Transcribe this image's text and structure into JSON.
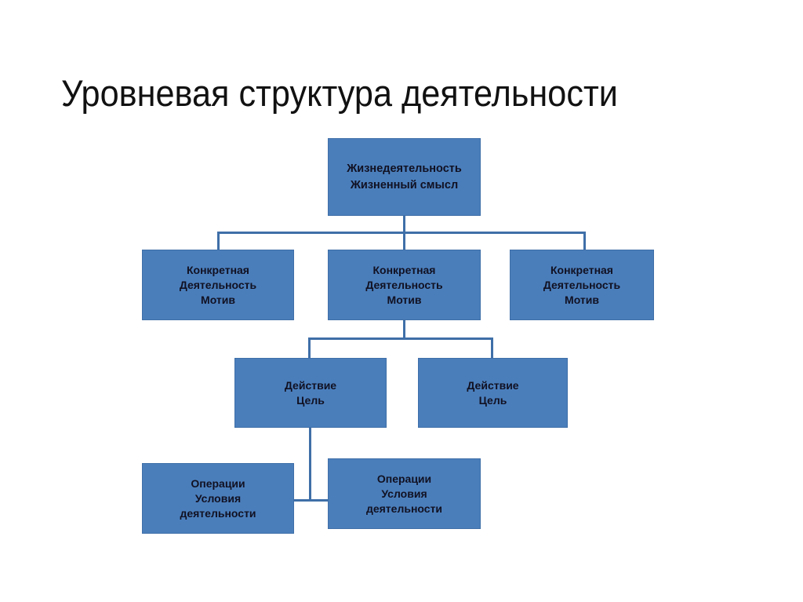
{
  "slide": {
    "title": "Уровневая структура деятельности",
    "background_color": "#ffffff",
    "node_fill_color": "#4a7ebb",
    "node_border_color": "#3f6fa8",
    "connector_color": "#3f6fa8",
    "text_color": "#111122"
  },
  "nodes": {
    "life_activity": {
      "line1": "Жизнедеятельность",
      "line2": "Жизненный смысл"
    },
    "concrete_activity_left": {
      "line1": "Конкретная",
      "line2": "Деятельность",
      "line3": "Мотив"
    },
    "concrete_activity_center": {
      "line1": "Конкретная",
      "line2": "Деятельность",
      "line3": "Мотив"
    },
    "concrete_activity_right": {
      "line1": "Конкретная",
      "line2": "Деятельность",
      "line3": "Мотив"
    },
    "action_left": {
      "line1": "Действие",
      "line2": "Цель"
    },
    "action_right": {
      "line1": "Действие",
      "line2": "Цель"
    },
    "operations_left": {
      "line1": "Операции",
      "line2": "Условия",
      "line3": "деятельности"
    },
    "operations_right": {
      "line1": "Операции",
      "line2": "Условия",
      "line3": "деятельности"
    }
  }
}
